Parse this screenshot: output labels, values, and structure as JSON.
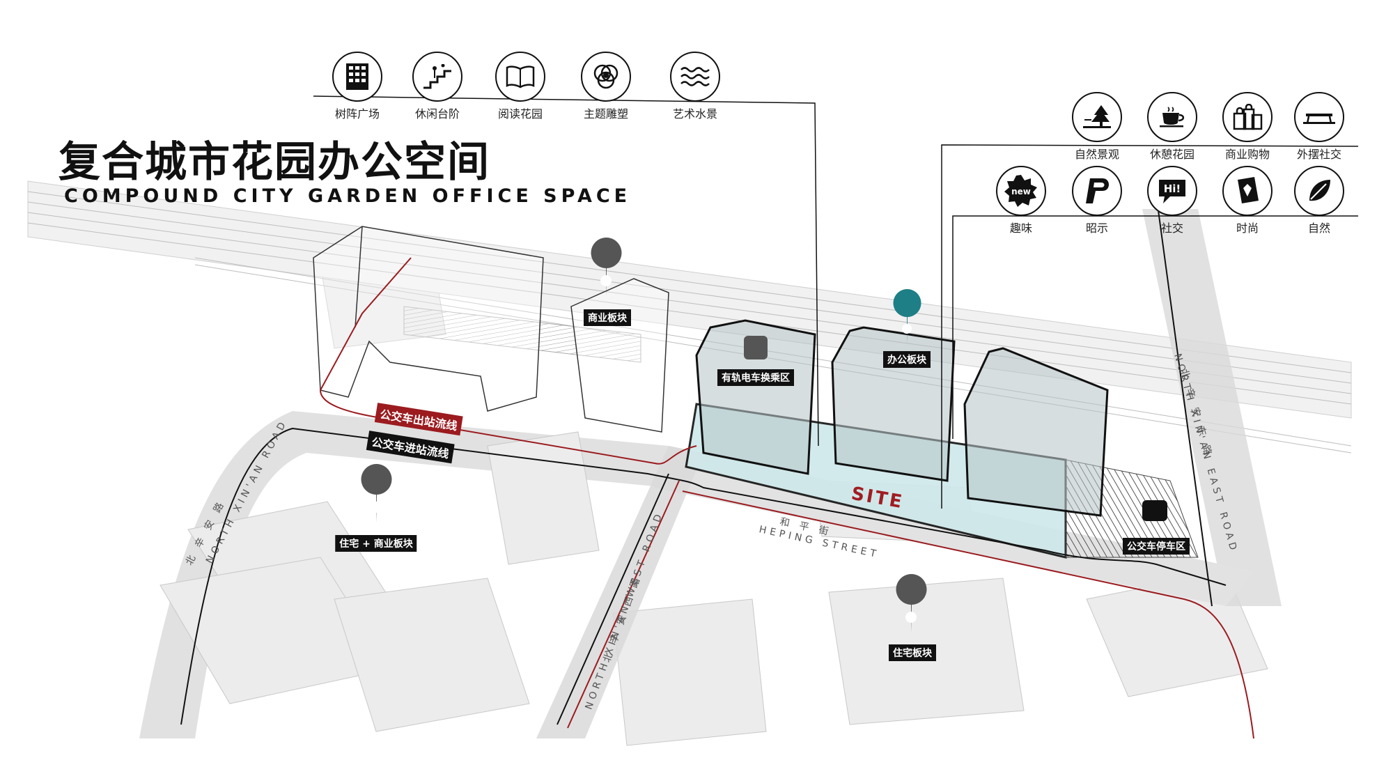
{
  "title": {
    "cn": "复合城市花园办公空间",
    "en": "COMPOUND CITY GARDEN OFFICE SPACE"
  },
  "top_icons": [
    {
      "label": "树阵广场",
      "icon": "tree-array-icon"
    },
    {
      "label": "休闲台阶",
      "icon": "stairs-icon"
    },
    {
      "label": "阅读花园",
      "icon": "book-icon"
    },
    {
      "label": "主题雕塑",
      "icon": "sculpture-icon"
    },
    {
      "label": "艺术水景",
      "icon": "water-icon"
    }
  ],
  "right_icons_row1": [
    {
      "label": "自然景观",
      "icon": "pine-tree-icon"
    },
    {
      "label": "休憩花园",
      "icon": "coffee-cup-icon"
    },
    {
      "label": "商业购物",
      "icon": "shopping-bags-icon"
    },
    {
      "label": "外摆社交",
      "icon": "outdoor-seating-icon"
    }
  ],
  "right_icons_row2": [
    {
      "label": "趣味",
      "icon": "new-badge-icon",
      "glyph": "new"
    },
    {
      "label": "昭示",
      "icon": "signage-icon"
    },
    {
      "label": "社交",
      "icon": "chat-bubble-icon",
      "glyph": "Hi!"
    },
    {
      "label": "时尚",
      "icon": "fashion-icon"
    },
    {
      "label": "自然",
      "icon": "leaf-icon"
    }
  ],
  "zones": {
    "commercial": "商业板块",
    "office": "办公板块",
    "tram": "有轨电车换乘区",
    "residential_commercial": "住宅 + 商业板块",
    "residential": "住宅板块",
    "bus_parking": "公交车停车区"
  },
  "routes": {
    "bus_out": "公交车出站流线",
    "bus_in": "公交车进站流线"
  },
  "streets": {
    "north_xinan_cn": "北 辛 安 路",
    "north_xinan_en": "NORTH XIN'AN ROAD",
    "west_cn": "北 辛 安 西 路",
    "west_en": "NORTH XIN'AN WEST ROAD",
    "east_cn": "北 辛 安 东 路",
    "east_en": "NORTH XIN'AN EAST ROAD",
    "heping_cn": "和 平 街",
    "heping_en": "HEPING STREET"
  },
  "site_label": "SITE",
  "colors": {
    "accent_red": "#9b1b1f",
    "site_fill": "#cfe8ea",
    "office_pin": "#1f7f86",
    "pin_gray": "#555555"
  }
}
